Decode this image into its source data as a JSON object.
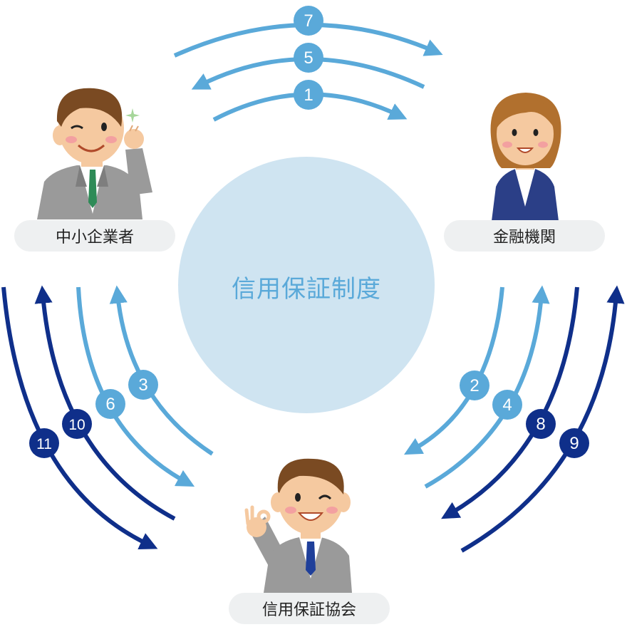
{
  "center": {
    "label": "信用保証制度"
  },
  "actors": {
    "sme": {
      "label": "中小企業者"
    },
    "bank": {
      "label": "金融機関"
    },
    "association": {
      "label": "信用保証協会"
    }
  },
  "steps": [
    "1",
    "2",
    "3",
    "4",
    "5",
    "6",
    "7",
    "8",
    "9",
    "10",
    "11"
  ],
  "colors": {
    "light_blue": "#5aa9d9",
    "navy": "#0f2f8a",
    "center_circle": "#cfe4f1",
    "pill_bg": "#eef0f1",
    "suit": "#9a9a9a",
    "woman_suit": "#2b3f87"
  }
}
